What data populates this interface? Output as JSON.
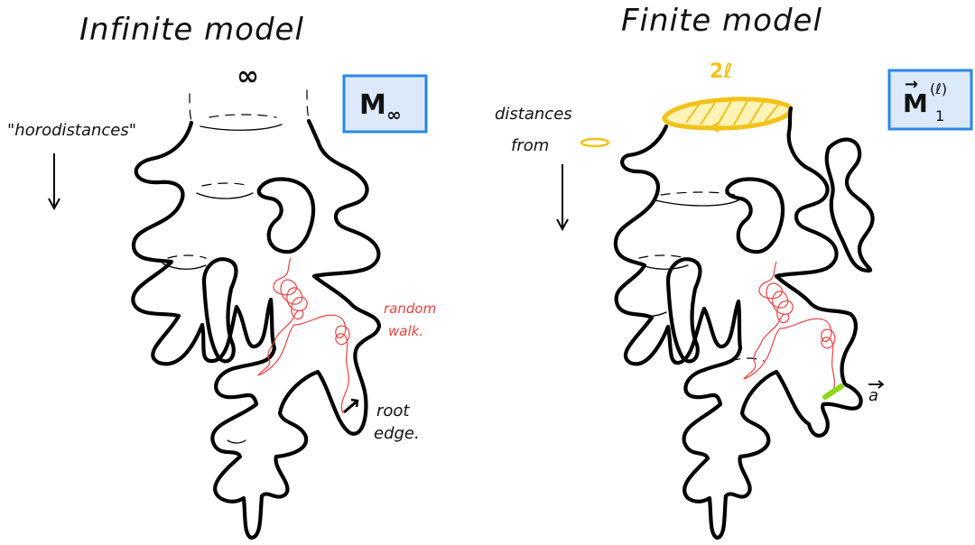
{
  "left": {
    "title": "Infinite model",
    "infinity": "∞",
    "box": {
      "main": "M",
      "sub": "∞"
    },
    "horodistances": "\"horodistances\"",
    "random_walk": [
      "random",
      "walk."
    ],
    "root_edge": [
      "root",
      "edge."
    ]
  },
  "right": {
    "title": "Finite model",
    "perimeter": "2ℓ",
    "box": {
      "arrow": "→",
      "main": "M",
      "sup": "(ℓ)",
      "sub": "1"
    },
    "distances": [
      "distances",
      "from"
    ],
    "edge_label": "a"
  },
  "colors": {
    "ink": "#111111",
    "box_fill": "#dbe9fb",
    "box_border": "#2b87e3",
    "walk": "#ee4040",
    "boundary": "#f2c21a",
    "highlight": "#8ed61a"
  }
}
